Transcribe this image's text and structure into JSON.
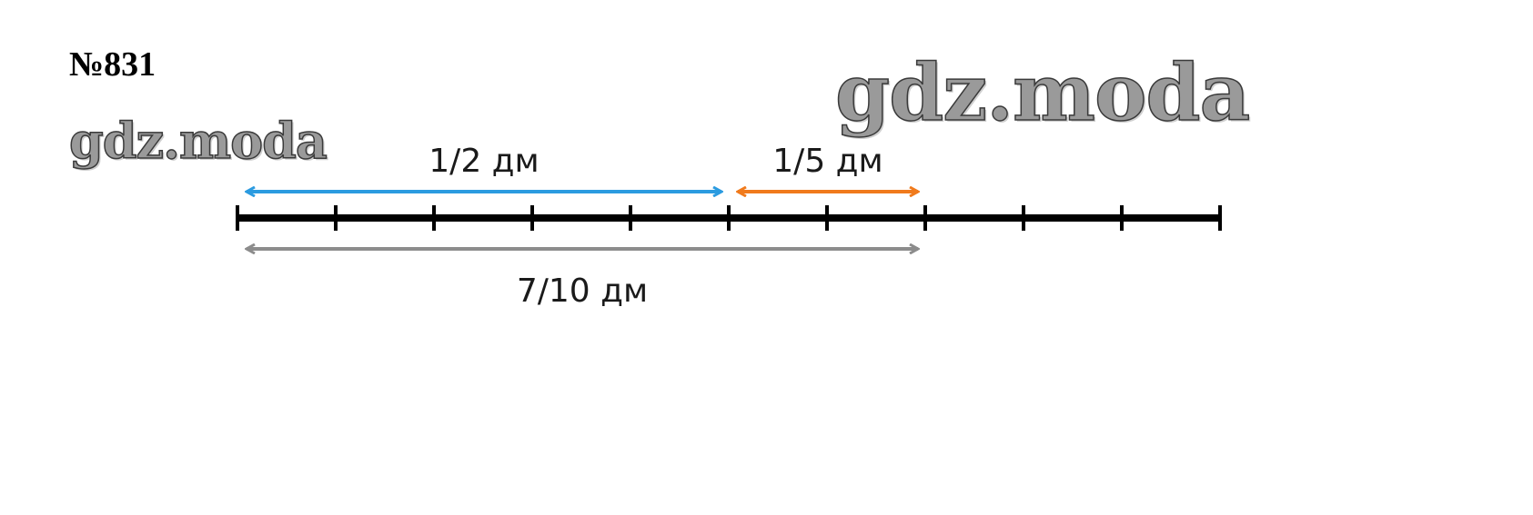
{
  "problem_number": "№831",
  "watermarks": [
    "gdz.moda",
    "gdz.moda"
  ],
  "number_line": {
    "divisions": 10,
    "unit": "дм"
  },
  "segments": [
    {
      "label": "1/2 дм",
      "from": 0,
      "to": 5,
      "color": "#2b9be0",
      "position": "above"
    },
    {
      "label": "1/5 дм",
      "from": 5,
      "to": 7,
      "color": "#f07a1c",
      "position": "above"
    },
    {
      "label": "7/10 дм",
      "from": 0,
      "to": 7,
      "color": "#8c8c8c",
      "position": "below"
    }
  ]
}
